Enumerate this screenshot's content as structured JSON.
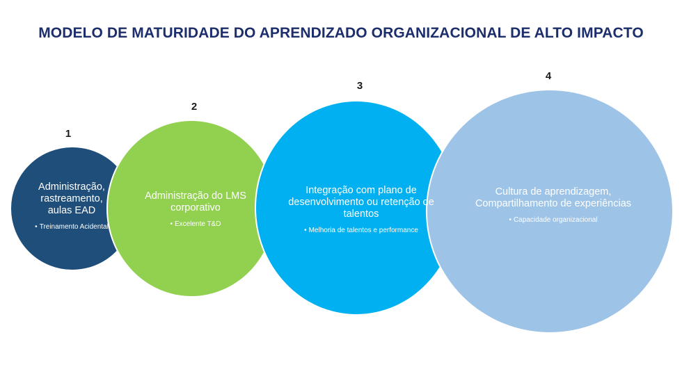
{
  "title": "MODELO DE MATURIDADE DO APRENDIZADO ORGANIZACIONAL DE ALTO IMPACTO",
  "stages": [
    {
      "number": "1",
      "label": "Administração, rastreamento, aulas EAD",
      "bullet": "Treinamento Acidental",
      "color": "#1e4e79"
    },
    {
      "number": "2",
      "label": "Administração do LMS corporativo",
      "bullet": "Excelente T&D",
      "color": "#92d050"
    },
    {
      "number": "3",
      "label": "Integração com plano de desenvolvimento ou retenção de talentos",
      "bullet": "Melhoria de talentos e performance",
      "color": "#00b0f0"
    },
    {
      "number": "4",
      "label": "Cultura de aprendizagem, Compartilhamento de experiências",
      "bullet": "Capacidade organizacional",
      "color": "#9dc3e6"
    }
  ]
}
